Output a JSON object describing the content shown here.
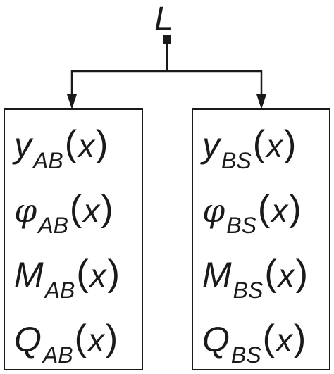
{
  "top": {
    "label": "L"
  },
  "boxes": [
    {
      "id": "AB",
      "rows": [
        {
          "symbol": "y",
          "subscript": "AB",
          "open": "(",
          "arg": "x",
          "close": ")"
        },
        {
          "symbol": "φ",
          "subscript": "AB",
          "open": "(",
          "arg": "x",
          "close": ")"
        },
        {
          "symbol": "M",
          "subscript": "AB",
          "open": "(",
          "arg": "x",
          "close": ")"
        },
        {
          "symbol": "Q",
          "subscript": "AB",
          "open": "(",
          "arg": "x",
          "close": ")"
        }
      ]
    },
    {
      "id": "BS",
      "rows": [
        {
          "symbol": "y",
          "subscript": "BS",
          "open": "(",
          "arg": "x",
          "close": ")"
        },
        {
          "symbol": "φ",
          "subscript": "BS",
          "open": "(",
          "arg": "x",
          "close": ")"
        },
        {
          "symbol": "M",
          "subscript": "BS",
          "open": "(",
          "arg": "x",
          "close": ")"
        },
        {
          "symbol": "Q",
          "subscript": "BS",
          "open": "(",
          "arg": "x",
          "close": ")"
        }
      ]
    }
  ],
  "colors": {
    "stroke": "#1a1a1a",
    "background": "#ffffff"
  }
}
